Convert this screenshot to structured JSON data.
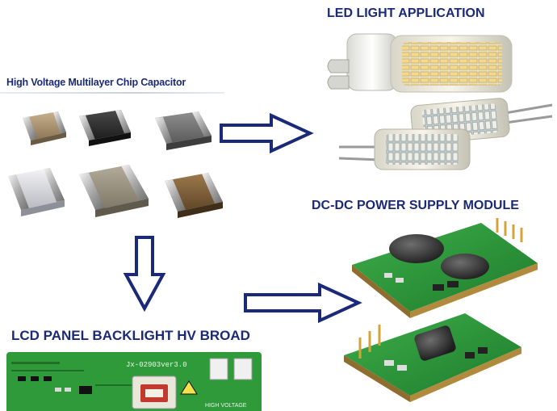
{
  "titles": {
    "led": "LED LIGHT APPLICATION",
    "capacitor": "High Voltage Multilayer Chip Capacitor",
    "dcdc": "DC-DC POWER SUPPLY MODULE",
    "lcd": "LCD PANEL BACKLIGHT HV BROAD"
  },
  "pcb_labels": {
    "board_id": "Jx-02903ver3.0",
    "high_voltage": "HIGH VOLTAGE"
  },
  "colors": {
    "title": "#1b2a78",
    "arrow_stroke": "#1b2a78",
    "pcb_green": "#2f9a3a"
  },
  "icons": {
    "arrow_right_1": "arrow-right-icon",
    "arrow_down": "arrow-down-icon",
    "arrow_right_2": "arrow-right-icon"
  }
}
